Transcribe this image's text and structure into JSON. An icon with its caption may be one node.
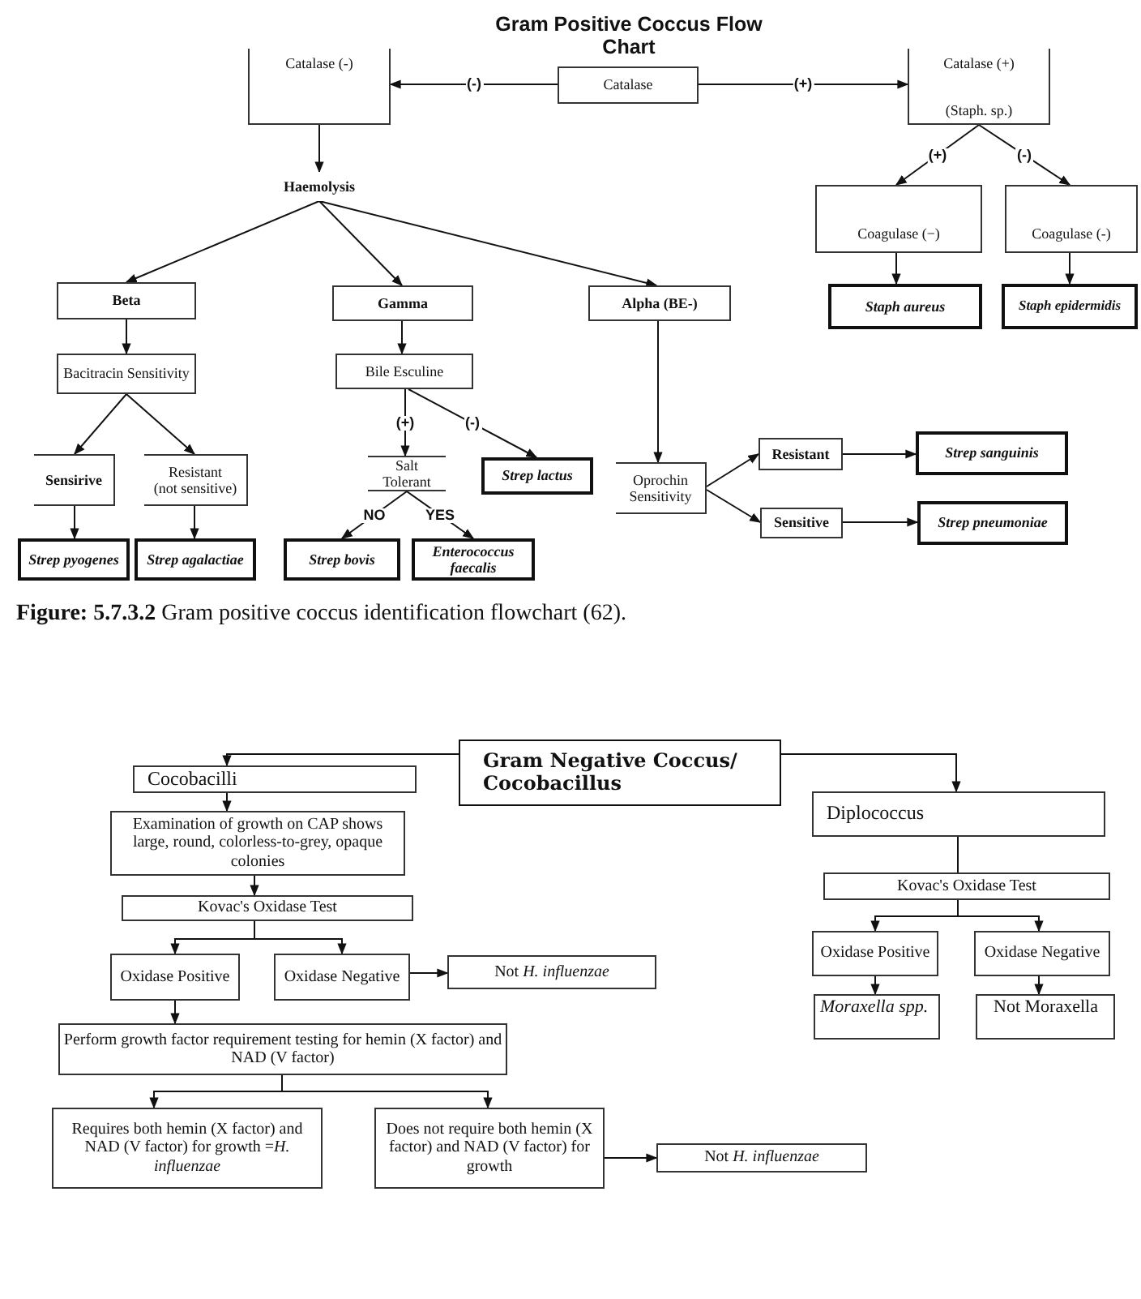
{
  "diagram": {
    "title": "Gram Positive Coccus Flow Chart",
    "caption": "**Figure: 5.7.3.2** Gram positive coccus identification flowchart (62).",
    "nodes": [
      {
        "text": [
          "Catalase"
        ]
      },
      {
        "text": [
          "Catalase (-)"
        ]
      },
      {
        "text": [
          "Catalase (+)",
          "(Staph. sp.)"
        ]
      },
      {
        "text": [
          "Haemolysis"
        ]
      },
      {
        "text": [
          "Beta"
        ]
      },
      {
        "text": [
          "Gamma"
        ]
      },
      {
        "text": [
          "Alpha (BE-)"
        ]
      },
      {
        "text": [
          "Coagulase (−)"
        ]
      },
      {
        "text": [
          "Coagulase (-)"
        ]
      },
      {
        "text": [
          "Staph aureus"
        ]
      },
      {
        "text": [
          "Staph epidermidis"
        ]
      },
      {
        "text": [
          "Bacitracin Sensitivity"
        ]
      },
      {
        "text": [
          "Bile Esculine"
        ]
      },
      {
        "text": [
          "Sensirive"
        ]
      },
      {
        "text": [
          "Resistant",
          "(not sensitive)"
        ]
      },
      {
        "text": [
          "Salt Tolerant"
        ]
      },
      {
        "text": [
          "Strep lactus"
        ]
      },
      {
        "text": [
          "Oprochin Sensitivity"
        ]
      },
      {
        "text": [
          "Resistant"
        ]
      },
      {
        "text": [
          "Sensitive"
        ]
      },
      {
        "text": [
          "Strep sanguinis"
        ]
      },
      {
        "text": [
          "Strep pneumoniae"
        ]
      },
      {
        "text": [
          "Strep pyogenes"
        ]
      },
      {
        "text": [
          "Strep agalactiae"
        ]
      },
      {
        "text": [
          "Strep bovis"
        ]
      },
      {
        "text": [
          "Enterococcus faecalis"
        ]
      },
      {
        "text": [
          "Gram Negative Coccus/ Cocobacillus"
        ]
      },
      {
        "text": [
          "Cocobacilli"
        ]
      },
      {
        "text": [
          "Examination of growth on CAP shows large, round, colorless-to-grey, opaque colonies"
        ]
      },
      {
        "text": [
          "Kovac's Oxidase Test"
        ]
      },
      {
        "text": [
          "Oxidase Positive"
        ]
      },
      {
        "text": [
          "Oxidase Negative"
        ]
      },
      {
        "text": [
          "Not *H. influenzae*"
        ]
      },
      {
        "text": [
          "Perform growth factor requirement testing for hemin (X factor) and NAD (V factor)"
        ]
      },
      {
        "text": [
          "Requires both hemin (X factor) and NAD (V factor) for growth =*H. influenzae*"
        ]
      },
      {
        "text": [
          "Does not require both hemin (X factor) and NAD (V factor) for growth"
        ]
      },
      {
        "text": [
          "Not *H. influenzae*"
        ]
      },
      {
        "text": [
          "Diplococcus"
        ]
      },
      {
        "text": [
          "Kovac's Oxidase Test"
        ]
      },
      {
        "text": [
          "Oxidase Positive"
        ]
      },
      {
        "text": [
          "Oxidase Negative"
        ]
      },
      {
        "text": [
          "Moraxella spp."
        ]
      },
      {
        "text": [
          "Not Moraxella"
        ]
      }
    ],
    "edges": [
      {
        "from": 0,
        "to": 1,
        "arrow": "to",
        "label": "(-)"
      },
      {
        "from": 0,
        "to": 2,
        "arrow": "to",
        "label": "(+)"
      },
      {
        "from": 1,
        "to": 3,
        "arrow": "to"
      },
      {
        "from": 3,
        "to": 4,
        "arrow": "to"
      },
      {
        "from": 3,
        "to": 5,
        "arrow": "to"
      },
      {
        "from": 3,
        "to": 6,
        "arrow": "to"
      },
      {
        "from": 2,
        "to": 7,
        "arrow": "to",
        "label": "(+)"
      },
      {
        "from": 2,
        "to": 8,
        "arrow": "to",
        "label": "(-)"
      },
      {
        "from": 7,
        "to": 9,
        "arrow": "to"
      },
      {
        "from": 8,
        "to": 10,
        "arrow": "to"
      },
      {
        "from": 4,
        "to": 11,
        "arrow": "to"
      },
      {
        "from": 5,
        "to": 12,
        "arrow": "to"
      },
      {
        "from": 11,
        "to": 13,
        "arrow": "to"
      },
      {
        "from": 11,
        "to": 14,
        "arrow": "to"
      },
      {
        "from": 12,
        "to": 15,
        "arrow": "to",
        "label": "(+)"
      },
      {
        "from": 12,
        "to": 16,
        "arrow": "to",
        "label": "(-)"
      },
      {
        "from": 6,
        "to": 17,
        "arrow": "to"
      },
      {
        "from": 17,
        "to": 18,
        "arrow": "to"
      },
      {
        "from": 17,
        "to": 19,
        "arrow": "to"
      },
      {
        "from": 18,
        "to": 20,
        "arrow": "to"
      },
      {
        "from": 19,
        "to": 21,
        "arrow": "to"
      },
      {
        "from": 13,
        "to": 22,
        "arrow": "to"
      },
      {
        "from": 14,
        "to": 23,
        "arrow": "to"
      },
      {
        "from": 15,
        "to": 24,
        "arrow": "to",
        "label": "NO"
      },
      {
        "from": 15,
        "to": 25,
        "arrow": "to",
        "label": "YES"
      },
      {
        "from": 26,
        "to": 27,
        "arrow": "to"
      },
      {
        "from": 26,
        "to": 37,
        "arrow": "to"
      },
      {
        "from": 27,
        "to": 28,
        "arrow": "to"
      },
      {
        "from": 28,
        "to": 29,
        "arrow": "to"
      },
      {
        "from": 29,
        "to": 30,
        "arrow": "to"
      },
      {
        "from": 29,
        "to": 31,
        "arrow": "to"
      },
      {
        "from": 31,
        "to": 32,
        "arrow": "to"
      },
      {
        "from": 30,
        "to": 33,
        "arrow": "to"
      },
      {
        "from": 33,
        "to": 34,
        "arrow": "to"
      },
      {
        "from": 33,
        "to": 35,
        "arrow": "to"
      },
      {
        "from": 35,
        "to": 36,
        "arrow": "to"
      },
      {
        "from": 37,
        "to": 38,
        "arrow": "none"
      },
      {
        "from": 38,
        "to": 39,
        "arrow": "to"
      },
      {
        "from": 38,
        "to": 40,
        "arrow": "to"
      },
      {
        "from": 39,
        "to": 41,
        "arrow": "to"
      },
      {
        "from": 40,
        "to": 42,
        "arrow": "to"
      }
    ]
  }
}
